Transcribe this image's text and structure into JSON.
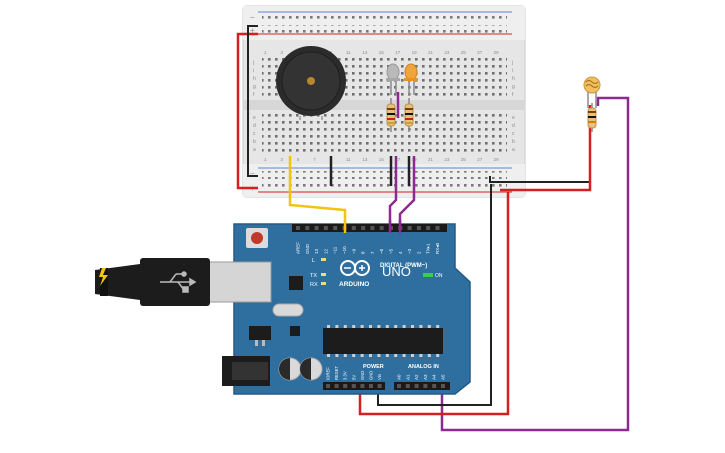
{
  "canvas": {
    "background": "#ffffff"
  },
  "colors": {
    "board_blue": "#2f6f9f",
    "board_dark": "#235a85",
    "breadboard": "#e9e9e9",
    "breadboard_rail": "#f3f3f3",
    "wire_red": "#d62020",
    "wire_black": "#222222",
    "wire_yellow": "#f2c40f",
    "wire_purple": "#8b2a8f",
    "led_orange": "#f0a53a",
    "led_gray": "#b9b9b9",
    "buzzer": "#2b2b2b",
    "power_led": "#35d04a",
    "header": "#1a1a1a",
    "usb": "#1c1c1c"
  },
  "arduino": {
    "logo_text": "ARDUINO",
    "model": "UNO",
    "digital_label": "DIGITAL (PWM~)",
    "power_label": "POWER",
    "analog_label": "ANALOG IN",
    "on_label": "ON",
    "l_label": "L",
    "tx_label": "TX",
    "rx_label": "RX",
    "digital_pins": [
      "AREF",
      "GND",
      "13",
      "12",
      "~11",
      "~10",
      "~9",
      "8",
      "7",
      "~6",
      "~5",
      "4",
      "~3",
      "2",
      "TX▸1",
      "RX◂0"
    ],
    "power_pins": [
      "IOREF",
      "RESET",
      "3.3V",
      "5V",
      "GND",
      "GND",
      "Vin"
    ],
    "analog_pins": [
      "A0",
      "A1",
      "A2",
      "A3",
      "A4",
      "A5"
    ]
  },
  "breadboard": {
    "row_letters_top": [
      "j",
      "i",
      "h",
      "g",
      "f"
    ],
    "row_letters_bottom": [
      "e",
      "d",
      "c",
      "b",
      "a"
    ],
    "rail_plus": "+",
    "rail_minus": "−",
    "column_numbers": [
      "1",
      "3",
      "5",
      "7",
      "9",
      "11",
      "13",
      "15",
      "17",
      "19",
      "21",
      "23",
      "25",
      "27",
      "29"
    ]
  },
  "components": [
    {
      "name": "piezo-buzzer",
      "icon": "buzzer-icon"
    },
    {
      "name": "led-gray",
      "icon": "led-icon"
    },
    {
      "name": "led-orange",
      "icon": "led-icon"
    },
    {
      "name": "resistor-1",
      "icon": "resistor-icon"
    },
    {
      "name": "resistor-2",
      "icon": "resistor-icon"
    },
    {
      "name": "photoresistor",
      "icon": "photoresistor-icon"
    },
    {
      "name": "resistor-ldr",
      "icon": "resistor-icon"
    }
  ]
}
